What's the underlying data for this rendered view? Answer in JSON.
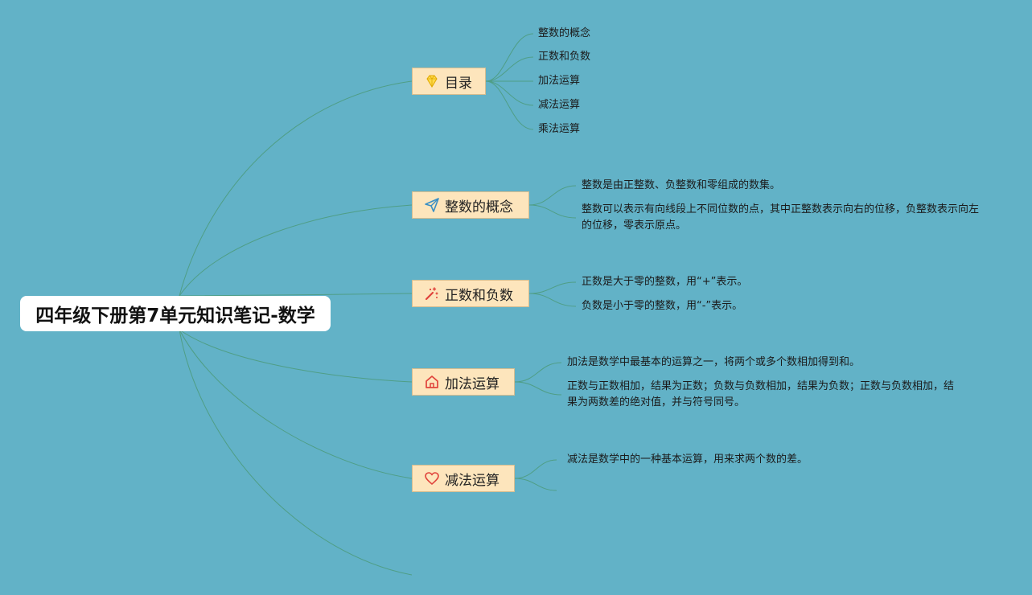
{
  "root": {
    "title": "四年级下册第7单元知识笔记-数学"
  },
  "topics": [
    {
      "label": "目录",
      "icon": "diamond-icon",
      "leaves": [
        "整数的概念",
        "正数和负数",
        "加法运算",
        "减法运算",
        "乘法运算"
      ]
    },
    {
      "label": "整数的概念",
      "icon": "paper-plane-icon",
      "leaves": [
        "整数是由正整数、负整数和零组成的数集。",
        "整数可以表示有向线段上不同位数的点，其中正整数表示向右的位移，负整数表示向左的位移，零表示原点。"
      ]
    },
    {
      "label": "正数和负数",
      "icon": "magic-wand-icon",
      "leaves": [
        "正数是大于零的整数，用“+”表示。",
        "负数是小于零的整数，用“-”表示。"
      ]
    },
    {
      "label": "加法运算",
      "icon": "home-icon",
      "leaves": [
        "加法是数学中最基本的运算之一，将两个或多个数相加得到和。",
        "正数与正数相加，结果为正数；负数与负数相加，结果为负数；正数与负数相加，结果为两数差的绝对值，并与符号同号。"
      ]
    },
    {
      "label": "减法运算",
      "icon": "heart-icon",
      "leaves": [
        "减法是数学中的一种基本运算，用来求两个数的差。"
      ]
    }
  ],
  "colors": {
    "background": "#62b2c7",
    "topic_fill": "#fde5bc",
    "connector": "#4f9e86",
    "diamond": "#f5c518",
    "plane": "#3a8fc4",
    "wand": "#e0433b",
    "home": "#e0433b",
    "heart": "#e0433b"
  }
}
